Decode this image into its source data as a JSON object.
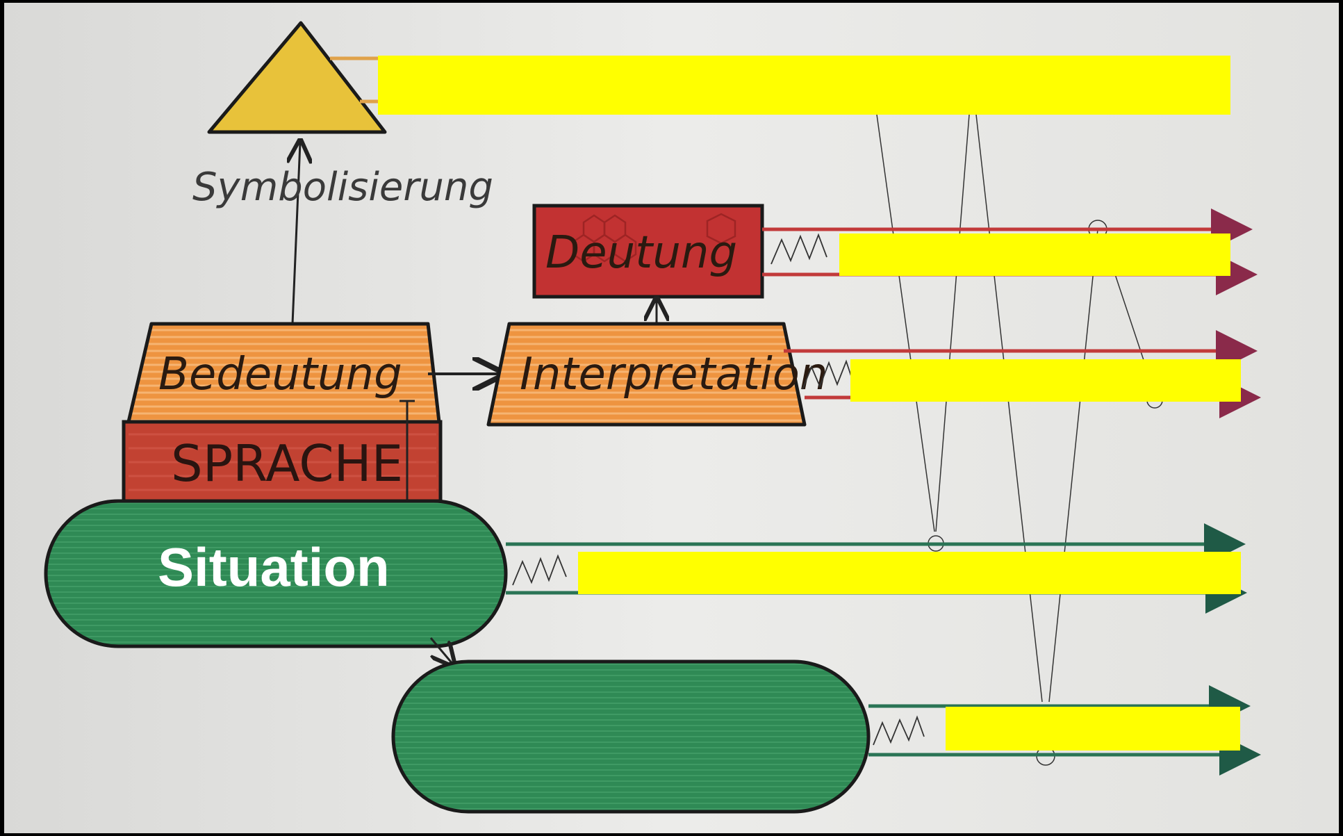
{
  "labels": {
    "symbolisierung": "Symbolisierung",
    "deutung": "Deutung",
    "bedeutung": "Bedeutung",
    "interpretation": "Interpretation",
    "sprache": "SPRACHE",
    "situation": "Situation"
  },
  "colors": {
    "paper": "#e9e9e6",
    "triangle": "#e8c23a",
    "deutung_box": "#c23232",
    "orange_box": "#ee9440",
    "sprache_box": "#c24232",
    "situation_green": "#2f8a55",
    "highlight": "#ffff00",
    "red_arrow": "#c23a3a",
    "green_arrow": "#2a7455"
  }
}
